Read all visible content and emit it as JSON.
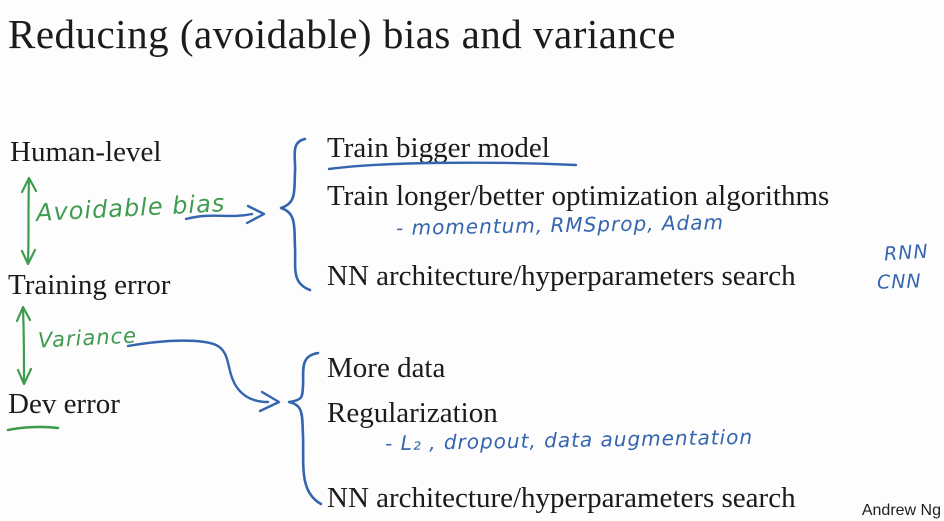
{
  "slide": {
    "title": "Reducing (avoidable) bias and variance",
    "footer": "Andrew Ng"
  },
  "levels": {
    "human_level": "Human-level",
    "training_error": "Training error",
    "dev_error": "Dev error"
  },
  "annotations": {
    "avoidable_bias": "Avoidable bias",
    "variance": "Variance"
  },
  "bias_group": {
    "items": [
      "Train bigger model",
      "Train longer/better optimization algorithms",
      "NN architecture/hyperparameters search"
    ],
    "handwritten_note": "- momentum, RMSprop, Adam",
    "side_notes": [
      "RNN",
      "CNN"
    ]
  },
  "variance_group": {
    "items": [
      "More data",
      "Regularization",
      "NN architecture/hyperparameters search"
    ],
    "handwritten_note": "- L₂ , dropout, data augmentation"
  },
  "colors": {
    "text": "#1b1b1b",
    "green_ink": "#3f9b4f",
    "blue_ink": "#3465ae",
    "background": "#fdfdfd"
  }
}
